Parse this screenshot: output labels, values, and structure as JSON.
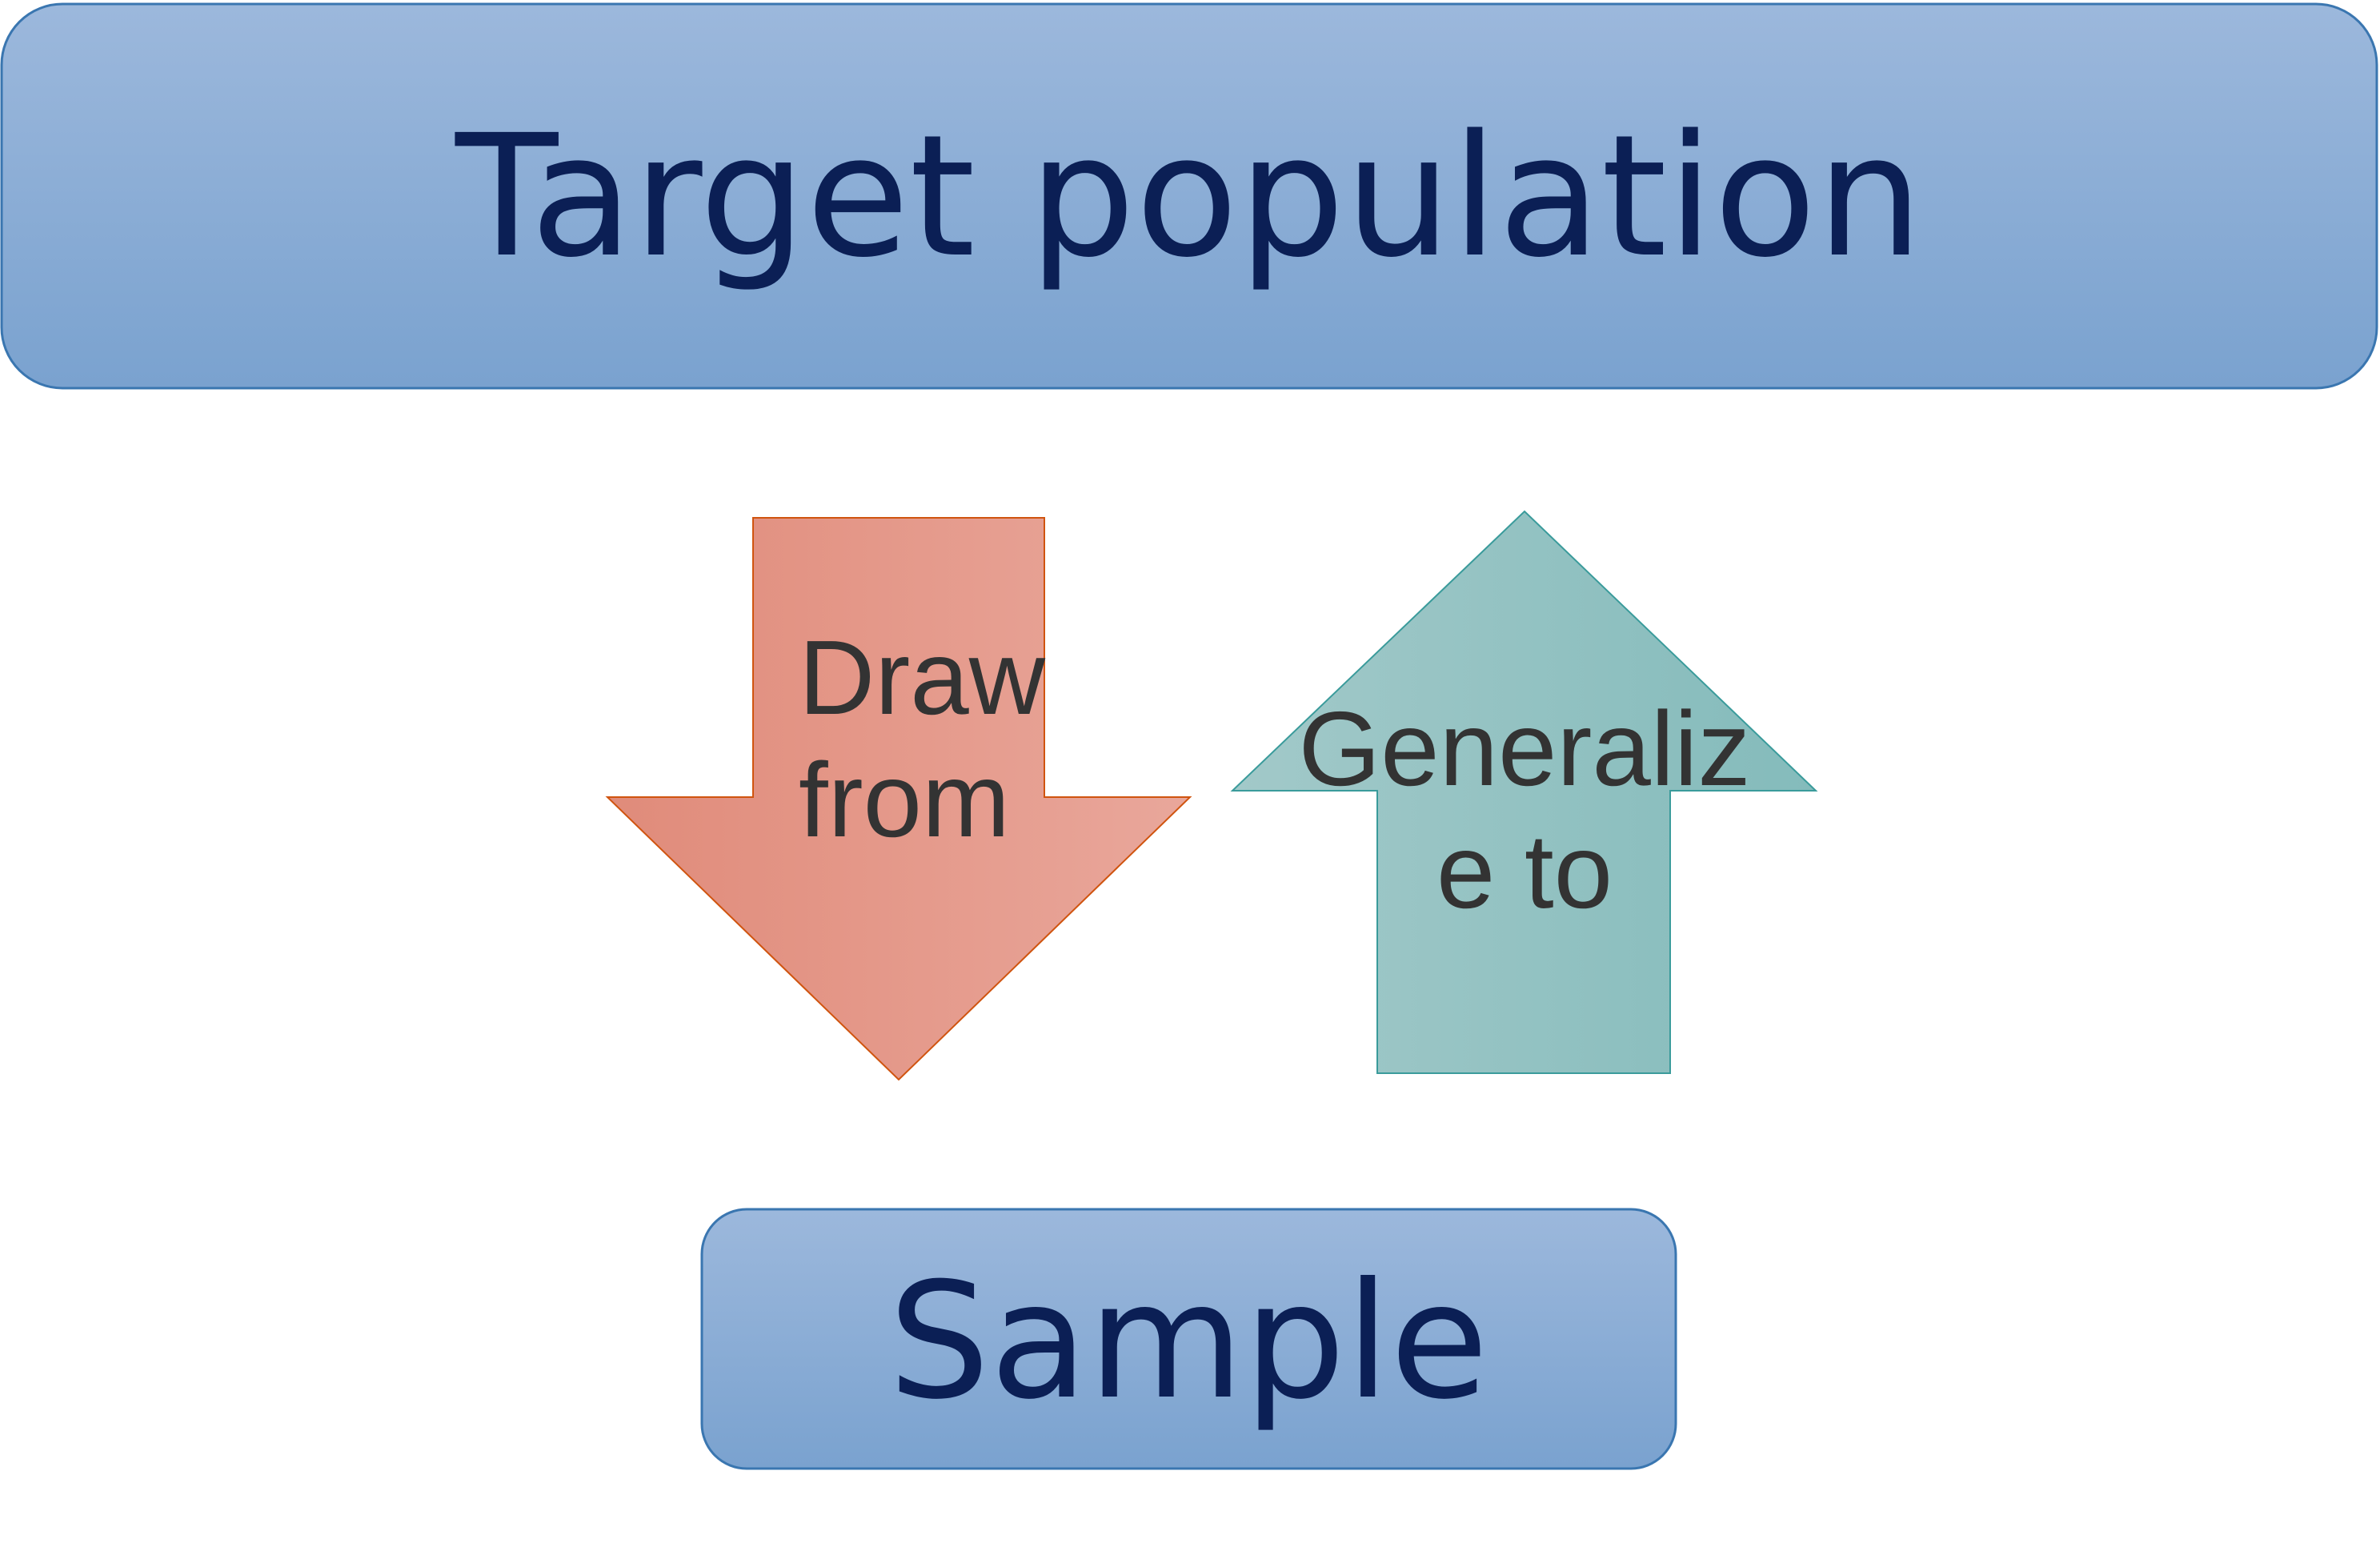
{
  "diagram": {
    "top_box": {
      "label": "Target population"
    },
    "bottom_box": {
      "label": "Sample"
    },
    "down_arrow": {
      "lines": [
        "Draw",
        "from"
      ]
    },
    "up_arrow": {
      "lines": [
        "Generaliz",
        "e to"
      ]
    }
  },
  "colors": {
    "box_top": "#9cb8dc",
    "box_bottom": "#7aa2cf",
    "box_border": "#3a76b0",
    "box_text": "#0b1f55",
    "down_arrow_left": "#e08b7a",
    "down_arrow_right": "#e9a79b",
    "down_arrow_border": "#d0540f",
    "up_arrow_left": "#a2c9c9",
    "up_arrow_right": "#84bbbb",
    "up_arrow_border": "#3a9b9b",
    "arrow_text": "#333333"
  }
}
